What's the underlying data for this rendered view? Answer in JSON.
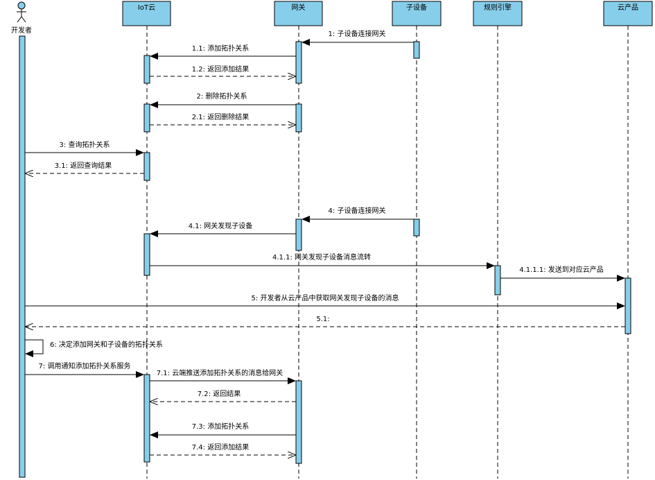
{
  "diagram": {
    "actor": {
      "name": "开发者"
    },
    "lifelines": [
      {
        "id": "iot",
        "label": "IoT云"
      },
      {
        "id": "gw",
        "label": "网关"
      },
      {
        "id": "sub",
        "label": "子设备"
      },
      {
        "id": "rule",
        "label": "规则引擎"
      },
      {
        "id": "cloud",
        "label": "云产品"
      }
    ],
    "messages": [
      {
        "label": "1: 子设备连接网关"
      },
      {
        "label": "1.1: 添加拓扑关系"
      },
      {
        "label": "1.2: 返回添加结果"
      },
      {
        "label": "2: 删除拓扑关系"
      },
      {
        "label": "2.1: 返回删除结果"
      },
      {
        "label": "3: 查询拓扑关系"
      },
      {
        "label": "3.1: 返回查询结果"
      },
      {
        "label": "4: 子设备连接网关"
      },
      {
        "label": "4.1: 网关发现子设备"
      },
      {
        "label": "4.1.1: 网关发现子设备消息流转"
      },
      {
        "label": "4.1.1.1: 发送到对应云产品"
      },
      {
        "label": "5: 开发者从云产品中获取网关发现子设备的消息"
      },
      {
        "label": "5.1:"
      },
      {
        "label": "6: 决定添加网关和子设备的拓扑关系"
      },
      {
        "label": "7: 调用通知添加拓扑关系服务"
      },
      {
        "label": "7.1: 云端推送添加拓扑关系的消息给网关"
      },
      {
        "label": "7.2: 返回结果"
      },
      {
        "label": "7.3: 添加拓扑关系"
      },
      {
        "label": "7.4: 返回添加结果"
      }
    ]
  }
}
